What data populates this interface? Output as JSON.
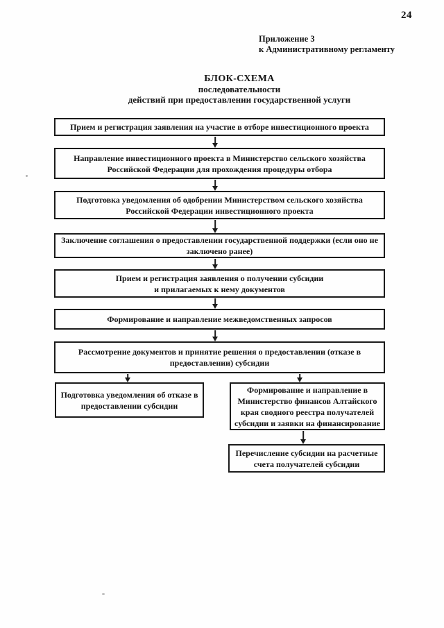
{
  "page": {
    "number": "24"
  },
  "header": {
    "appendix_line1": "Приложение 3",
    "appendix_line2": "к Административному регламенту"
  },
  "title": {
    "line1": "БЛОК-СХЕМА",
    "line2": "последовательности",
    "line3": "действий при предоставлении государственной услуги"
  },
  "flowchart": {
    "steps": [
      {
        "lines": [
          "Прием и регистрация заявления на участие в отборе инвестиционного проекта"
        ]
      },
      {
        "lines": [
          "Направление инвестиционного проекта в Министерство сельского хозяйства",
          "Российской Федерации для прохождения процедуры отбора"
        ]
      },
      {
        "lines": [
          "Подготовка уведомления об одобрении Министерством сельского хозяйства",
          "Российской Федерации инвестиционного проекта"
        ]
      },
      {
        "lines": [
          "Заключение соглашения о предоставлении государственной поддержки (если оно не",
          "заключено ранее)"
        ]
      },
      {
        "lines": [
          "Прием и регистрация заявления о получении субсидии",
          "и прилагаемых к нему документов"
        ]
      },
      {
        "lines": [
          "Формирование и направление межведомственных запросов"
        ]
      },
      {
        "lines": [
          "Рассмотрение документов и принятие решения о предоставлении (отказе в",
          "предоставлении) субсидии"
        ]
      }
    ],
    "branch_refusal": {
      "lines": [
        "Подготовка уведомления об отказе в",
        "предоставлении субсидии"
      ]
    },
    "branch_registry": {
      "lines": [
        "Формирование и направление в",
        "Министерство финансов Алтайского",
        "края сводного реестра получателей",
        "субсидии и заявки на финансирование"
      ]
    },
    "branch_transfer": {
      "lines": [
        "Перечисление субсидии на расчетные",
        "счета получателей субсидии"
      ]
    }
  }
}
